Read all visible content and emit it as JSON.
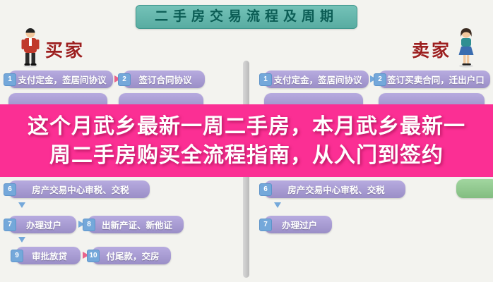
{
  "title": "二手房交易流程及周期",
  "promo_overlay": {
    "line1": "这个月武乡最新一周二手房，本月武乡最新一",
    "line2": "周二手房购买全流程指南，从入门到签约"
  },
  "buyer": {
    "label": "买家"
  },
  "seller": {
    "label": "卖家"
  },
  "buyer_steps": [
    {
      "num": "1",
      "label": "支付定金，签居间协议"
    },
    {
      "num": "2",
      "label": "签订合同协议"
    },
    {
      "num": "6",
      "label": "房产交易中心审税、交税"
    },
    {
      "num": "7",
      "label": "办理过户"
    },
    {
      "num": "8",
      "label": "出新产证、新他证"
    },
    {
      "num": "9",
      "label": "审批放贷"
    },
    {
      "num": "10",
      "label": "付尾款，交房"
    }
  ],
  "seller_steps": [
    {
      "num": "1",
      "label": "支付定金，签居间协议"
    },
    {
      "num": "2",
      "label": "签订买卖合同，迁出户口"
    },
    {
      "num": "6",
      "label": "房产交易中心审税、交税"
    },
    {
      "num": "7",
      "label": "办理过户"
    }
  ],
  "colors": {
    "promo_bg": "#fb2f94",
    "title_bg": "#63b7ad",
    "title_text": "#0b5d55",
    "step_box_purple": "#a79ed0",
    "badge_blue": "#74a8da",
    "green_box": "#8fca8f",
    "role_label_red": "#9c1f1f",
    "divider_gray": "#c5c5c5"
  }
}
